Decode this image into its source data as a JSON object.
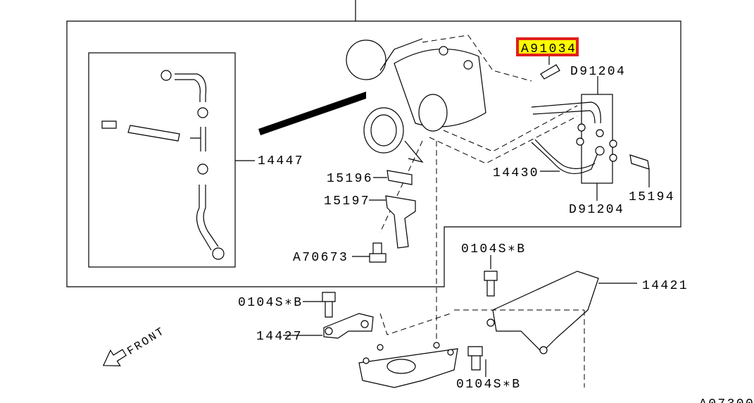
{
  "diagram": {
    "highlight_color": "#ffff00",
    "highlight_border_color": "#e0201c",
    "labels": {
      "a91034": "A91034",
      "d91204_top": "D91204",
      "d91204_bottom": "D91204",
      "p14447": "14447",
      "p15196": "15196",
      "p15197": "15197",
      "p14430": "14430",
      "p15194": "15194",
      "a70673": "A70673",
      "bolt_0104sb_1": "0104S∗B",
      "bolt_0104sb_2": "0104S∗B",
      "bolt_0104sb_3": "0104S∗B",
      "p14421": "14421",
      "p14427": "14427",
      "front": "FRONT",
      "figure_id": "A07300"
    }
  }
}
